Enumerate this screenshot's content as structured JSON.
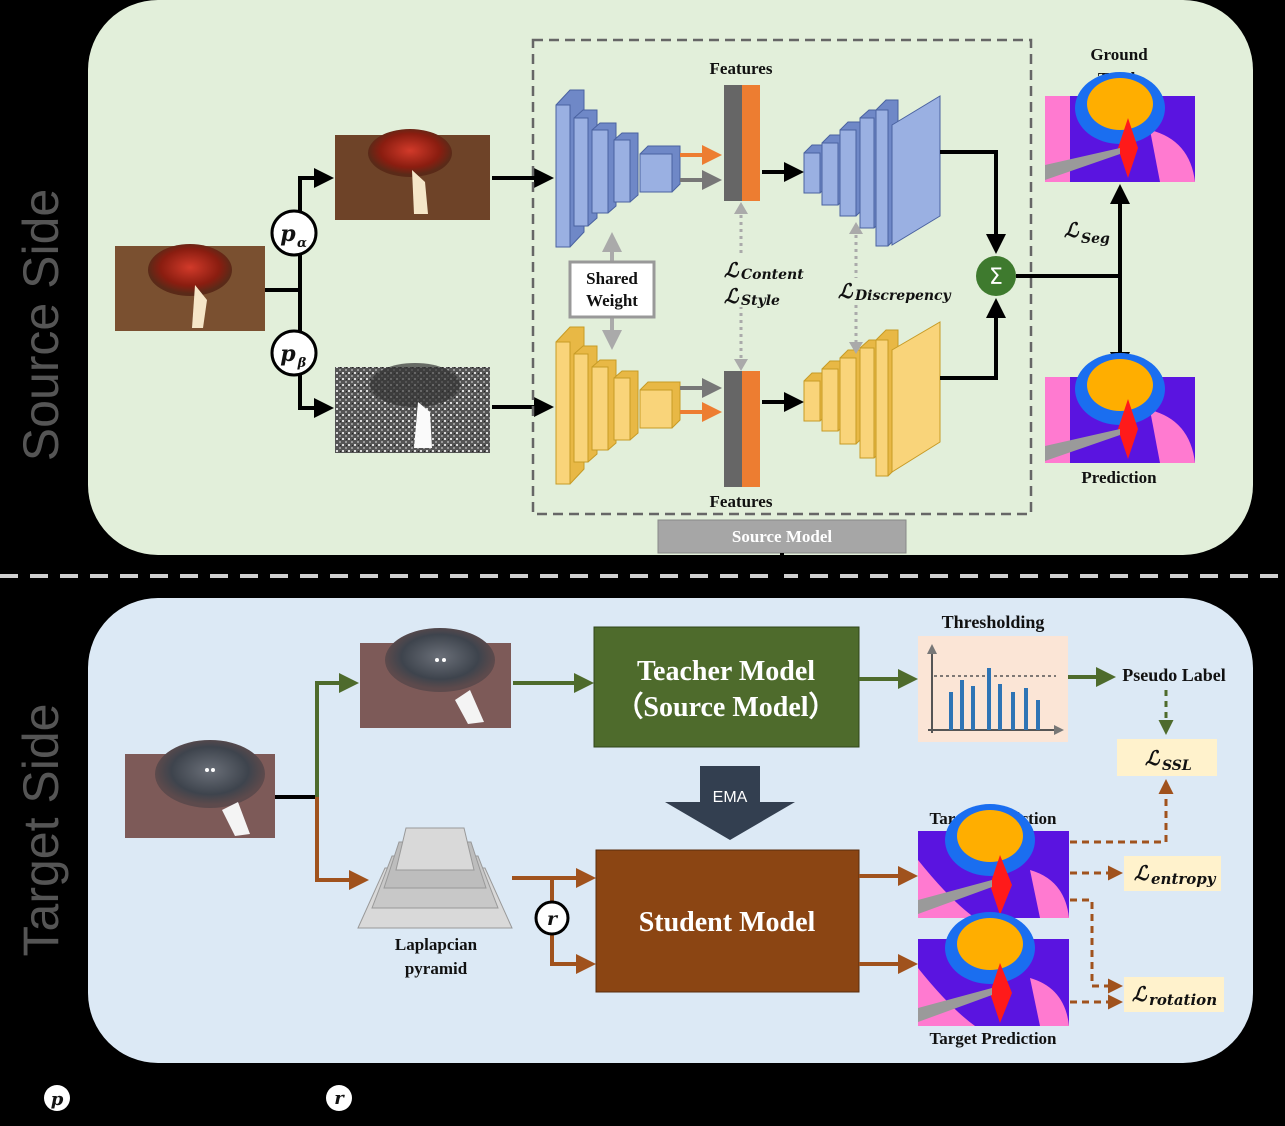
{
  "source_side": {
    "title": "Source Side",
    "features_top": "Features",
    "features_bottom": "Features",
    "shared_weight_line1": "Shared",
    "shared_weight_line2": "Weight",
    "loss_content": "ℒ",
    "loss_content_sub": "Content",
    "loss_style": "ℒ",
    "loss_style_sub": "Style",
    "loss_discrepancy": "ℒ",
    "loss_discrepancy_sub": "Discrepency",
    "loss_seg": "ℒ",
    "loss_seg_sub": "Seg",
    "sum_symbol": "Σ",
    "ground_truth_line1": "Ground",
    "ground_truth_line2": "Truth",
    "prediction": "Prediction",
    "source_model": "Source Model",
    "p_alpha": "p",
    "p_alpha_sub": "α",
    "p_beta": "p",
    "p_beta_sub": "β"
  },
  "target_side": {
    "title": "Target Side",
    "teacher_line1": "Teacher Model",
    "teacher_line2": "（Source Model）",
    "student": "Student Model",
    "ema": "EMA",
    "thresholding": "Thresholding",
    "pseudo_label": "Pseudo Label",
    "loss_ssl": "ℒ",
    "loss_ssl_sub": "SSL",
    "loss_entropy": "ℒ",
    "loss_entropy_sub": "entropy",
    "loss_rotation": "ℒ",
    "loss_rotation_sub": "rotation",
    "target_prediction_top": "Target Prediction",
    "target_prediction_bottom": "Target Prediction",
    "laplacian_line1": "Laplapcian",
    "laplacian_line2": "pyramid",
    "r_symbol": "r"
  },
  "legend": {
    "p_symbol": "p",
    "r_symbol": "r"
  },
  "colors": {
    "source_bg": "#e2efda",
    "target_bg": "#dce9f5",
    "encoder_blue": "#8fa9dc",
    "encoder_yellow": "#f9cf6b",
    "teacher_green": "#4e6b2c",
    "student_brown": "#8b4513",
    "arrow_green": "#4e6b2c",
    "arrow_brown": "#a0521d",
    "feature_orange": "#ed7d31",
    "feature_gray": "#666666",
    "sum_green": "#3e7a2e"
  }
}
